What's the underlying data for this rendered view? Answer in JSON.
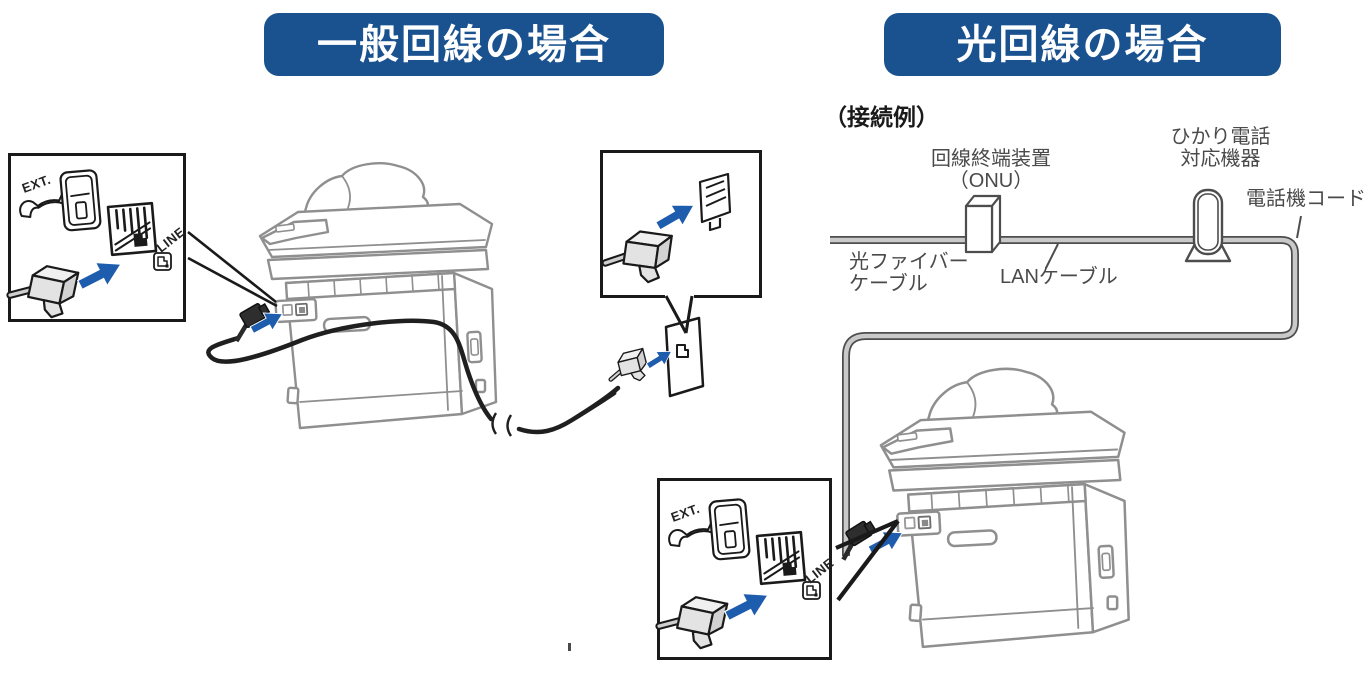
{
  "colors": {
    "header_bg": "#1A5290",
    "header_text": "#FFFFFF",
    "arrow_blue": "#1E5DAD",
    "printer_line": "#8F8F8F",
    "cord_black": "#1F1F1F",
    "cable_outline": "#4D4D4D",
    "cable_fill": "#C9C9C9",
    "callout_border": "#1A1A1A",
    "label_text": "#4A4A4A"
  },
  "headers": {
    "general": "一般回線の場合",
    "optical": "光回線の場合"
  },
  "optical_section": {
    "connection_example": "（接続例）",
    "labels": {
      "onu_line1": "回線終端装置",
      "onu_line2": "（ONU）",
      "hikari_device_line1": "ひかり電話",
      "hikari_device_line2": "対応機器",
      "phone_cord": "電話機コード",
      "fiber_cable_line1": "光ファイバー",
      "fiber_cable_line2": "ケーブル",
      "lan_cable": "LANケーブル"
    }
  },
  "callouts": {
    "ext_label": "EXT.",
    "line_label": "LINE"
  }
}
